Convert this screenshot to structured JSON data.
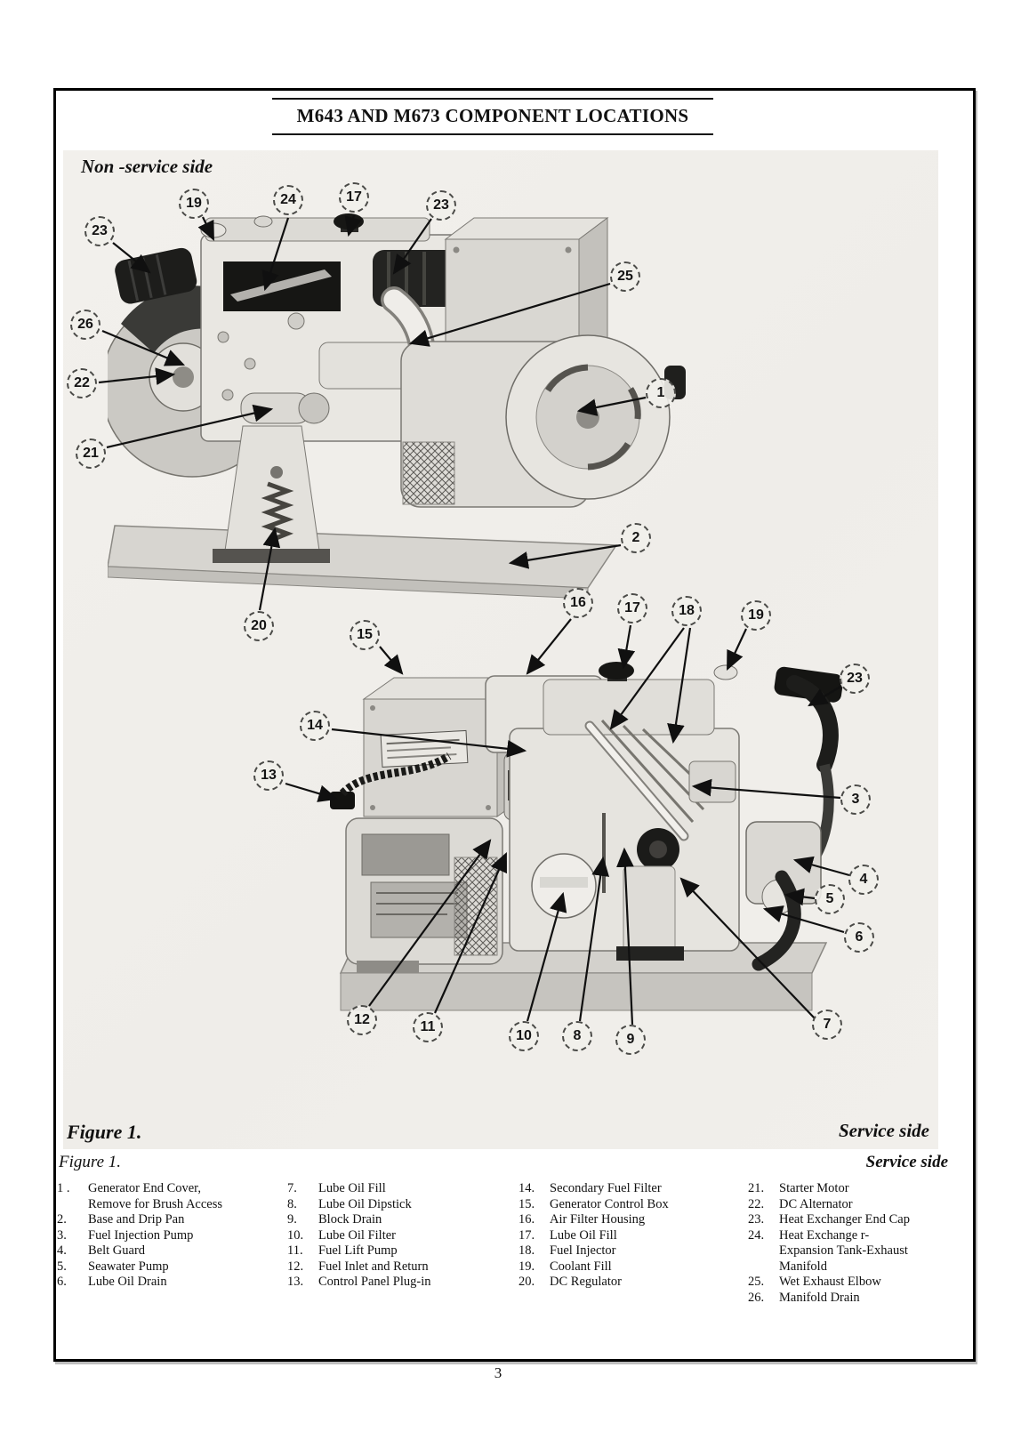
{
  "title": "M643 AND M673 COMPONENT LOCATIONS",
  "page_number": "3",
  "figure": {
    "nonservice_label": "Non -service side",
    "figure1_scan": "Figure 1.",
    "service_scan": "Service side",
    "figure1_caption": "Figure 1.",
    "service_caption": "Service side",
    "callouts": [
      "23",
      "19",
      "24",
      "17",
      "23",
      "25",
      "26",
      "22",
      "1",
      "21",
      "2",
      "20",
      "16",
      "17",
      "18",
      "19",
      "15",
      "23",
      "14",
      "13",
      "3",
      "4",
      "5",
      "6",
      "12",
      "11",
      "10",
      "8",
      "9",
      "7"
    ]
  },
  "legend": {
    "columns": [
      {
        "items": [
          {
            "num": "1 .",
            "text": "Generator End Cover,\nRemove for Brush Access"
          },
          {
            "num": "2.",
            "text": "Base and Drip Pan"
          },
          {
            "num": "3.",
            "text": "Fuel Injection Pump"
          },
          {
            "num": "4.",
            "text": "Belt Guard"
          },
          {
            "num": "5.",
            "text": "Seawater Pump"
          },
          {
            "num": "6.",
            "text": "Lube Oil Drain"
          }
        ]
      },
      {
        "items": [
          {
            "num": "7.",
            "text": "Lube Oil Fill"
          },
          {
            "num": "8.",
            "text": "Lube Oil Dipstick"
          },
          {
            "num": "9.",
            "text": "Block Drain"
          },
          {
            "num": "10.",
            "text": "Lube Oil Filter"
          },
          {
            "num": "11.",
            "text": "Fuel Lift Pump"
          },
          {
            "num": "12.",
            "text": "Fuel Inlet and Return"
          },
          {
            "num": "13.",
            "text": "Control Panel Plug-in"
          }
        ]
      },
      {
        "items": [
          {
            "num": "14.",
            "text": "Secondary Fuel Filter"
          },
          {
            "num": "15.",
            "text": "Generator Control Box"
          },
          {
            "num": "16.",
            "text": "Air Filter Housing"
          },
          {
            "num": "17.",
            "text": "Lube Oil Fill"
          },
          {
            "num": "18.",
            "text": "Fuel Injector"
          },
          {
            "num": "19.",
            "text": "Coolant Fill"
          },
          {
            "num": "20.",
            "text": "DC Regulator"
          }
        ]
      },
      {
        "items": [
          {
            "num": "21.",
            "text": "Starter Motor"
          },
          {
            "num": "22.",
            "text": "DC Alternator"
          },
          {
            "num": "23.",
            "text": "Heat Exchanger End Cap"
          },
          {
            "num": "24.",
            "text": "Heat Exchange r-\nExpansion Tank-Exhaust\nManifold"
          },
          {
            "num": "25.",
            "text": "Wet Exhaust Elbow"
          },
          {
            "num": "26.",
            "text": "Manifold Drain"
          }
        ]
      }
    ]
  }
}
